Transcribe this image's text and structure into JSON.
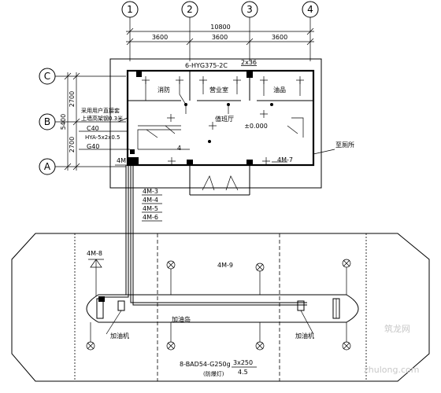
{
  "grid": {
    "columns": [
      "1",
      "2",
      "3",
      "4"
    ],
    "rows": [
      "C",
      "B",
      "A"
    ]
  },
  "dimensions": {
    "total_width": "10800",
    "spans": [
      "3600",
      "3600",
      "3600"
    ],
    "total_height": "5400",
    "row_spans": [
      "2700",
      "2700"
    ]
  },
  "rooms": {
    "fire": "消防",
    "office": "营业室",
    "oil": "油品",
    "duty": "值班厅",
    "level": "±0.000",
    "toilet": "至厕所"
  },
  "labels": {
    "cable_top": "6-HYG375-2C",
    "cable_top_spec": "2x36",
    "note_line1": "采用用户直接套",
    "note_line2": "上墙高架钢0.3米",
    "c40": "C40",
    "hya": "HYA-5x2x0.5",
    "g40": "G40",
    "panel": "4M",
    "circuit_7": "4M-7",
    "num_4": "4",
    "circuits_down": [
      "4M-3",
      "4M-4",
      "4M-5",
      "4M-6"
    ],
    "circuit_8": "4M-8",
    "circuit_9": "4M-9",
    "island": "加油岛",
    "dispenser": "加油机",
    "lamp_spec": "8-BAD54-G250g",
    "lamp_frac_top": "3x250",
    "lamp_frac_bottom": "4.5",
    "lamp_note": "(防爆灯)"
  },
  "watermark": {
    "cn": "筑龙网",
    "en": "zhulong.com"
  }
}
